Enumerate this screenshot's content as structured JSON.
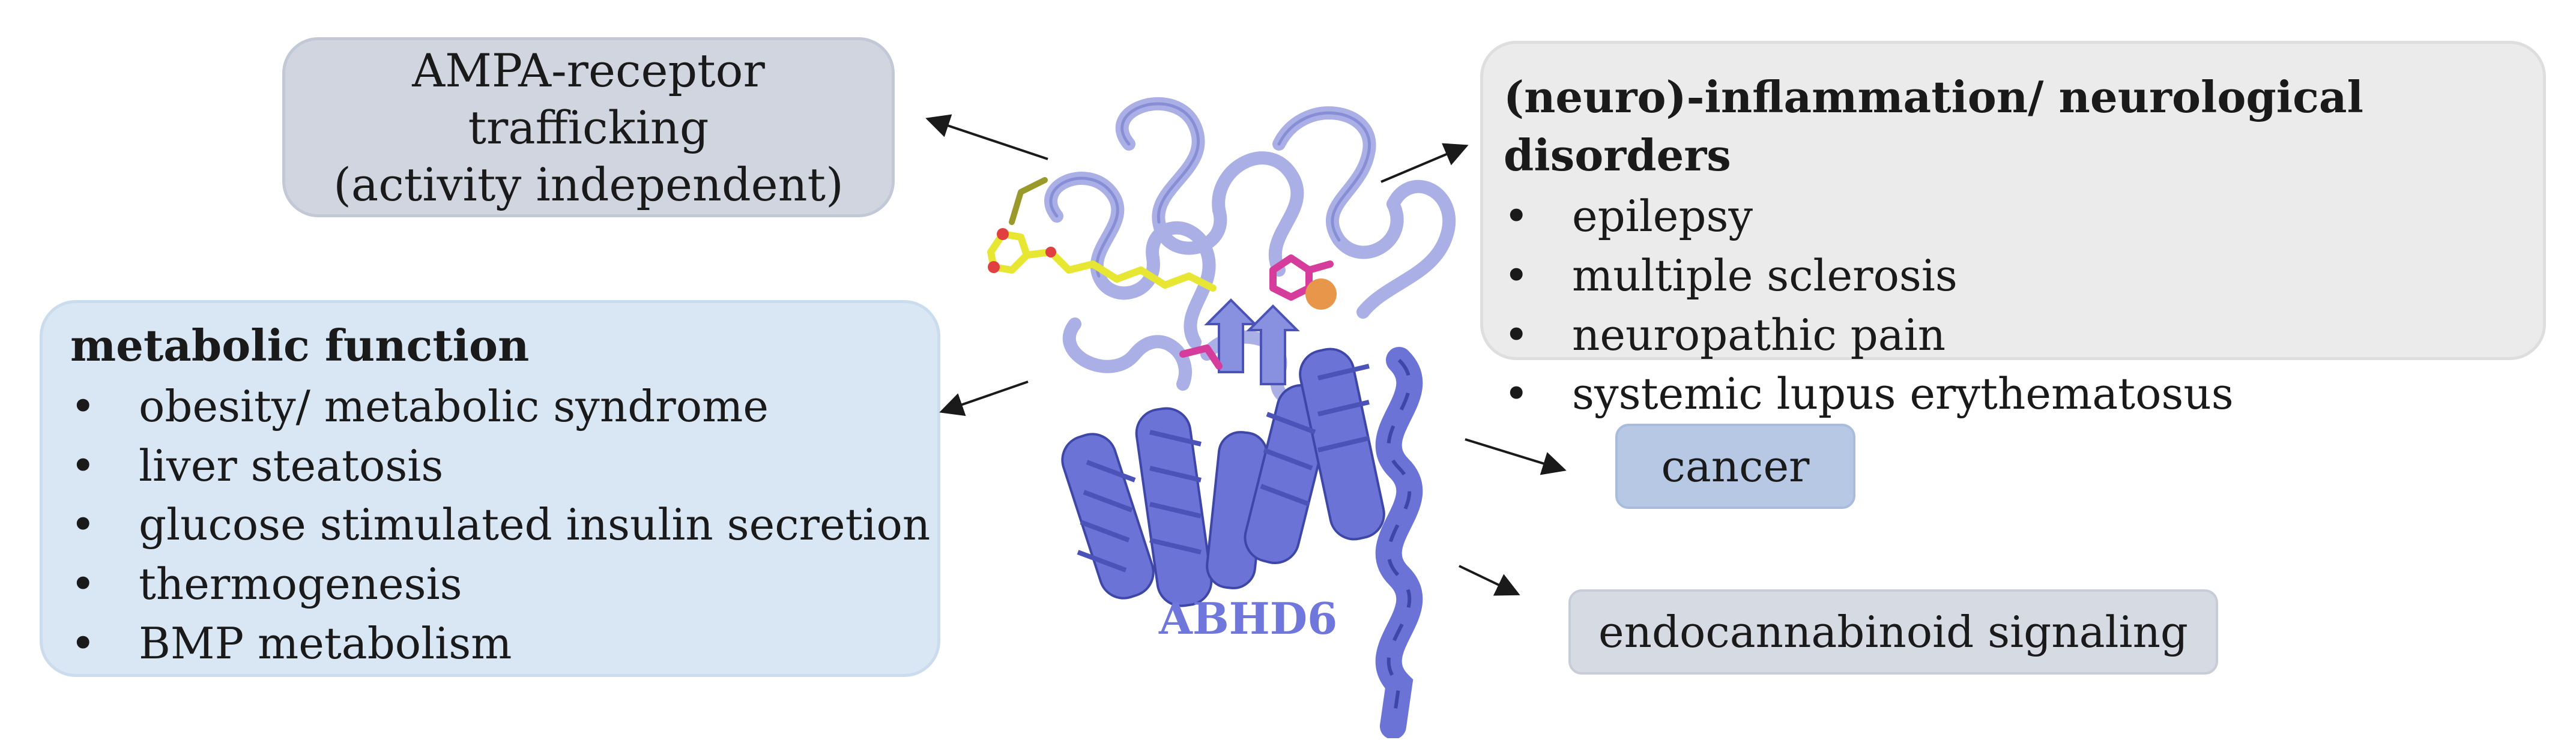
{
  "ampa_box": {
    "line1": "AMPA-receptor trafficking",
    "line2": "(activity independent)"
  },
  "neuro_box": {
    "title": "(neuro)-inflammation/ neurological disorders",
    "items": [
      "epilepsy",
      "multiple sclerosis",
      "neuropathic pain",
      "systemic lupus erythematosus"
    ]
  },
  "metabolic_box": {
    "title": "metabolic function",
    "items": [
      "obesity/ metabolic syndrome",
      "liver steatosis",
      "glucose stimulated insulin secretion",
      "thermogenesis",
      "BMP metabolism"
    ]
  },
  "cancer_box": {
    "label": "cancer"
  },
  "endo_box": {
    "label": "endocannabinoid signaling"
  },
  "protein": {
    "label": "ABHD6",
    "colors": {
      "ribbon_dark": "#6b74d6",
      "ribbon_light": "#aab0e6",
      "ligand": "#e6e633",
      "highlight": "#d63c9c",
      "accent": "#e8964a"
    }
  }
}
